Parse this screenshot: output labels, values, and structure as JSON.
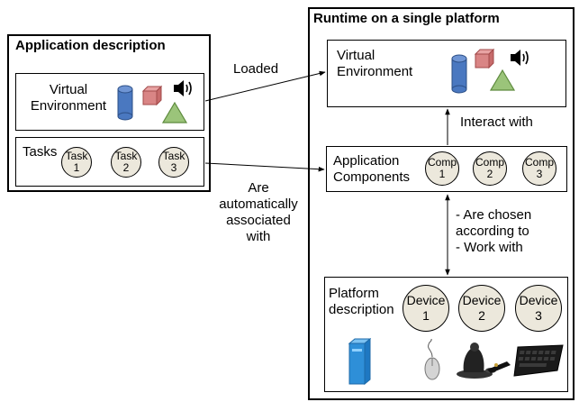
{
  "app_description": {
    "title": "Application description",
    "virtual_env_line1": "Virtual",
    "virtual_env_line2": "Environment",
    "tasks_label": "Tasks",
    "tasks": [
      {
        "line1": "Task",
        "line2": "1"
      },
      {
        "line1": "Task",
        "line2": "2"
      },
      {
        "line1": "Task",
        "line2": "3"
      }
    ]
  },
  "runtime": {
    "title": "Runtime on a single platform",
    "virtual_env_line1": "Virtual",
    "virtual_env_line2": "Environment",
    "app_components_line1": "Application",
    "app_components_line2": "Components",
    "components": [
      {
        "line1": "Comp",
        "line2": "1"
      },
      {
        "line1": "Comp",
        "line2": "2"
      },
      {
        "line1": "Comp",
        "line2": "3"
      }
    ],
    "platform_line1": "Platform",
    "platform_line2": "description",
    "devices": [
      {
        "line1": "Device",
        "line2": "1"
      },
      {
        "line1": "Device",
        "line2": "2"
      },
      {
        "line1": "Device",
        "line2": "3"
      }
    ]
  },
  "edges": {
    "loaded": "Loaded",
    "assoc_line1": "Are",
    "assoc_line2": "automatically",
    "assoc_line3": "associated",
    "assoc_line4": "with",
    "interact": "Interact with",
    "chosen_line1": "- Are chosen",
    "chosen_line2": "according to",
    "chosen_line3": "- Work with"
  },
  "icons": [
    "cylinder-icon",
    "cube-icon",
    "speaker-icon",
    "triangle-icon",
    "computer-tower-icon",
    "mouse-icon",
    "joystick-icon",
    "keyboard-icon"
  ],
  "colors": {
    "cylinder": "#4a78c0",
    "cube": "#d98585",
    "triangle": "#9bc47a",
    "circle_fill": "#ece8dc",
    "tower": "#2e8fd8"
  }
}
